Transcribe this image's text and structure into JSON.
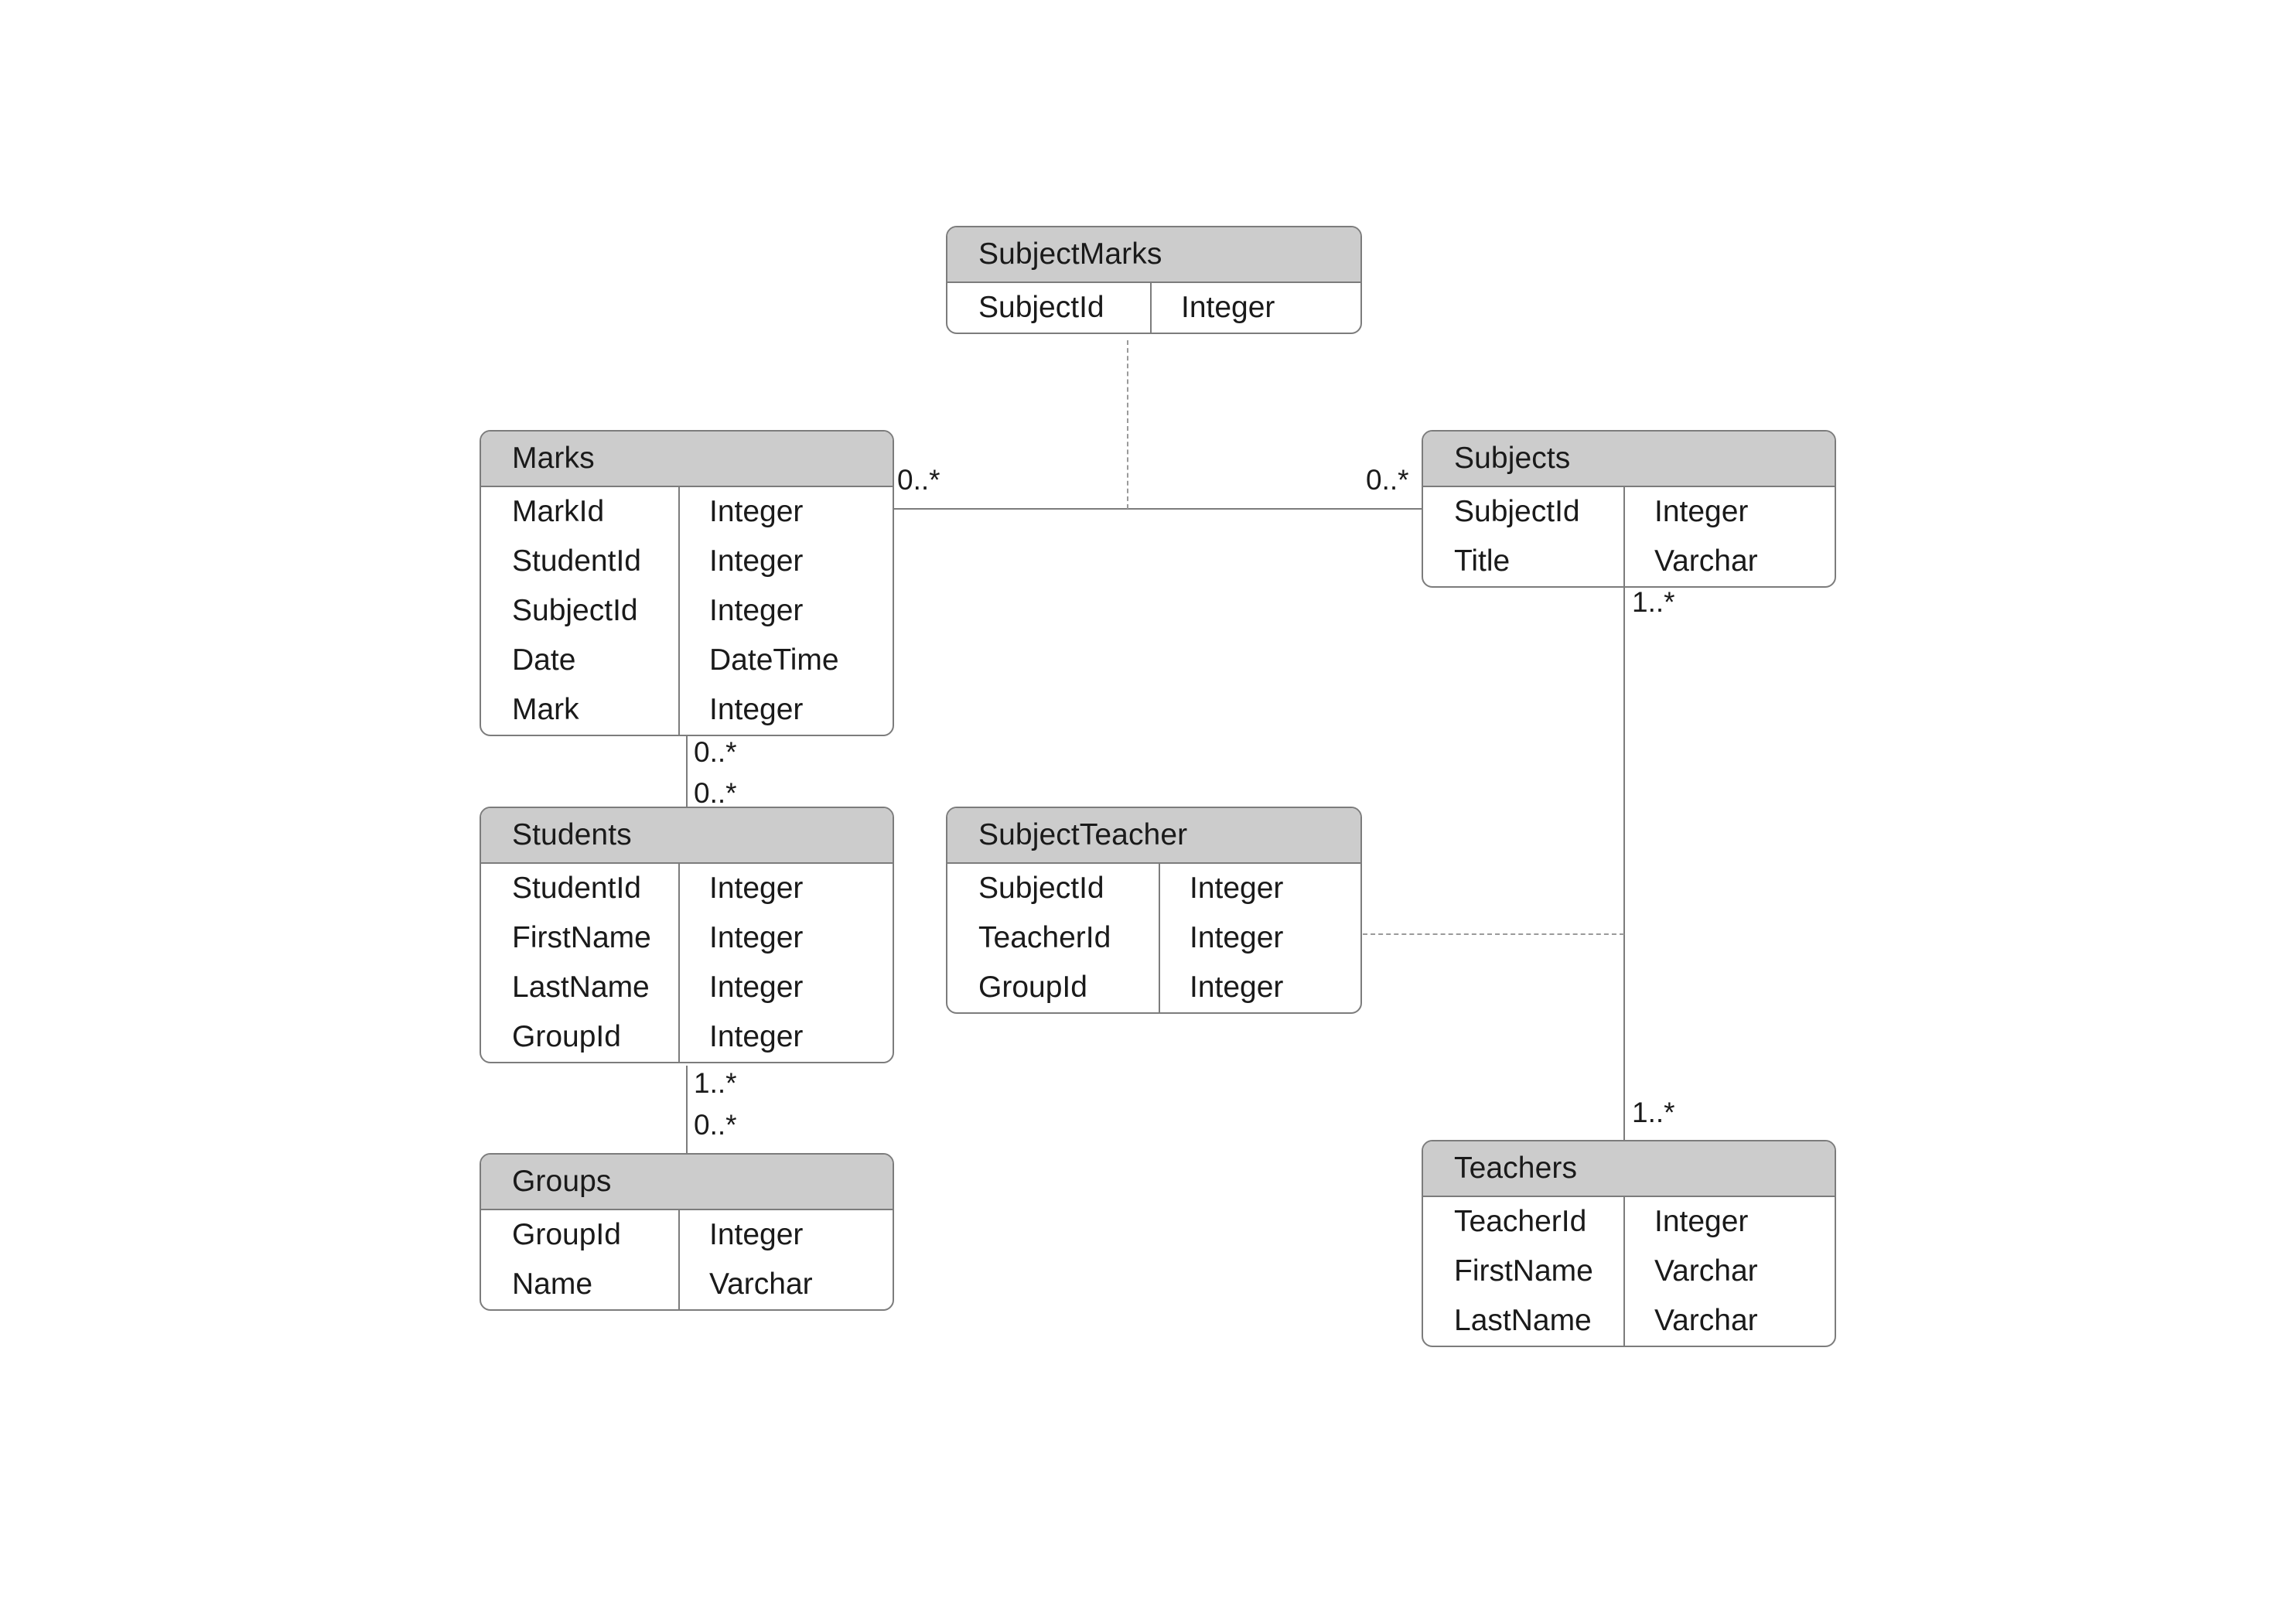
{
  "diagram": {
    "type": "entity-relationship-diagram",
    "background_color": "#ffffff",
    "entity_header_color": "#cccccc",
    "entity_border_color": "#7c7c7c",
    "connector_color": "#7c7c7c",
    "entities": [
      {
        "id": "subject-marks",
        "name": "SubjectMarks",
        "attributes": [
          {
            "name": "SubjectId",
            "type": "Integer"
          }
        ]
      },
      {
        "id": "marks",
        "name": "Marks",
        "attributes": [
          {
            "name": "MarkId",
            "type": "Integer"
          },
          {
            "name": "StudentId",
            "type": "Integer"
          },
          {
            "name": "SubjectId",
            "type": "Integer"
          },
          {
            "name": "Date",
            "type": "DateTime"
          },
          {
            "name": "Mark",
            "type": "Integer"
          }
        ]
      },
      {
        "id": "subjects",
        "name": "Subjects",
        "attributes": [
          {
            "name": "SubjectId",
            "type": "Integer"
          },
          {
            "name": "Title",
            "type": "Varchar"
          }
        ]
      },
      {
        "id": "students",
        "name": "Students",
        "attributes": [
          {
            "name": "StudentId",
            "type": "Integer"
          },
          {
            "name": "FirstName",
            "type": "Integer"
          },
          {
            "name": "LastName",
            "type": "Integer"
          },
          {
            "name": "GroupId",
            "type": "Integer"
          }
        ]
      },
      {
        "id": "subject-teacher",
        "name": "SubjectTeacher",
        "attributes": [
          {
            "name": "SubjectId",
            "type": "Integer"
          },
          {
            "name": "TeacherId",
            "type": "Integer"
          },
          {
            "name": "GroupId",
            "type": "Integer"
          }
        ]
      },
      {
        "id": "groups",
        "name": "Groups",
        "attributes": [
          {
            "name": "GroupId",
            "type": "Integer"
          },
          {
            "name": "Name",
            "type": "Varchar"
          }
        ]
      },
      {
        "id": "teachers",
        "name": "Teachers",
        "attributes": [
          {
            "name": "TeacherId",
            "type": "Integer"
          },
          {
            "name": "FirstName",
            "type": "Varchar"
          },
          {
            "name": "LastName",
            "type": "Varchar"
          }
        ]
      }
    ],
    "relationships": [
      {
        "id": "marks-subjects",
        "from": "marks",
        "to": "subjects",
        "from_multiplicity": "0..*",
        "to_multiplicity": "0..*",
        "style": "solid"
      },
      {
        "id": "marks-students",
        "from": "marks",
        "to": "students",
        "from_multiplicity": "0..*",
        "to_multiplicity": "0..*",
        "style": "solid"
      },
      {
        "id": "students-groups",
        "from": "students",
        "to": "groups",
        "from_multiplicity": "1..*",
        "to_multiplicity": "0..*",
        "style": "solid"
      },
      {
        "id": "subjects-teachers",
        "from": "subjects",
        "to": "teachers",
        "from_multiplicity": "1..*",
        "to_multiplicity": "1..*",
        "style": "solid"
      },
      {
        "id": "subjectmarks-link",
        "from": "subject-marks",
        "to": "marks-subjects",
        "style": "dashed"
      },
      {
        "id": "subjectteacher-link",
        "from": "subject-teacher",
        "to": "subjects-teachers",
        "style": "dashed"
      }
    ],
    "multiplicity_labels": {
      "marks_right": "0..*",
      "subjects_left": "0..*",
      "marks_bottom": "0..*",
      "students_top": "0..*",
      "students_bottom": "1..*",
      "groups_top": "0..*",
      "subjects_bottom": "1..*",
      "teachers_top": "1..*"
    }
  }
}
